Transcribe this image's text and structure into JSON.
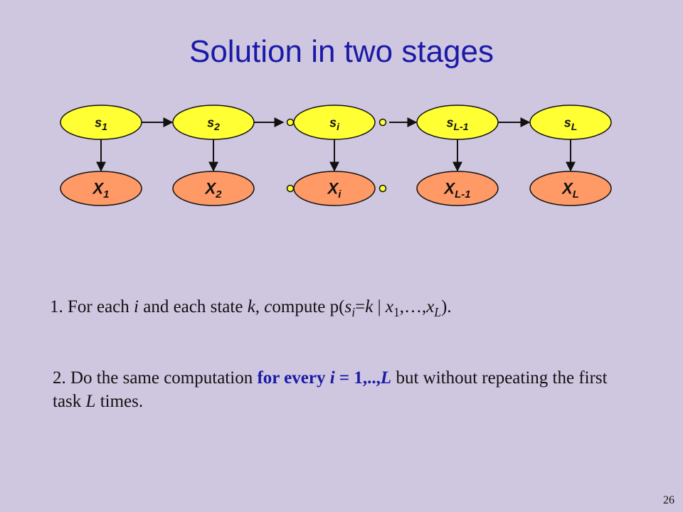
{
  "title": "Solution in two stages",
  "colors": {
    "title": "#1a1aa6",
    "state_fill": "#ffff33",
    "obs_fill": "#ff9966",
    "background": "#cfc7e0",
    "highlight": "#1a1aa6"
  },
  "diagram": {
    "states": [
      {
        "base": "s",
        "sub": "1"
      },
      {
        "base": "s",
        "sub": "2"
      },
      {
        "base": "s",
        "sub": "i"
      },
      {
        "base": "s",
        "sub": "L-1"
      },
      {
        "base": "s",
        "sub": "L"
      }
    ],
    "observations": [
      {
        "base": "X",
        "sub": "1"
      },
      {
        "base": "X",
        "sub": "2"
      },
      {
        "base": "X",
        "sub": "i"
      },
      {
        "base": "X",
        "sub": "L-1"
      },
      {
        "base": "X",
        "sub": "L"
      }
    ]
  },
  "item1": {
    "prefix": "1. For each ",
    "i": "i",
    "mid1": " and each state ",
    "k": "k,",
    "c": " c",
    "mid2": "ompute p(",
    "s": "s",
    "s_sub": "i",
    "eq": "=",
    "k2": "k",
    "bar": " | ",
    "x1": "x",
    "x1_sub": "1",
    "dots": ",…,",
    "xL": "x",
    "xL_sub": "L",
    "close": ")."
  },
  "item2": {
    "prefix": "2.  Do the same computation ",
    "bold_a": "for every ",
    "bold_i": "i",
    "bold_b": " = 1,..,",
    "bold_L": "L",
    "mid": " but without repeating the first task ",
    "L": "L",
    "suffix": " times."
  },
  "page_number": "26"
}
